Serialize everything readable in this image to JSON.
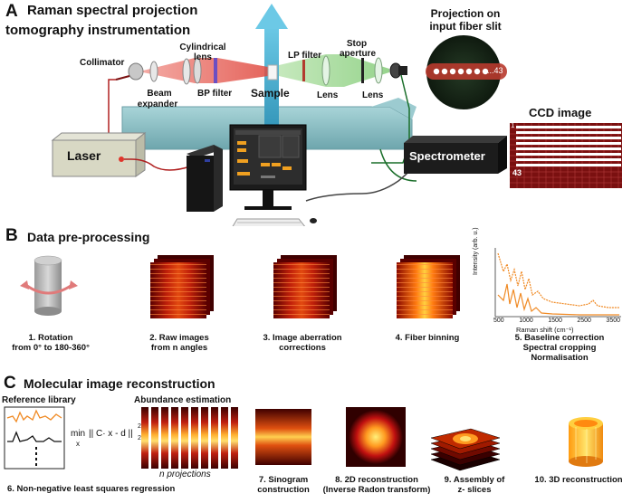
{
  "panel_a": {
    "letter": "A",
    "title_line1": "Raman spectral projection",
    "title_line2": "tomography  instrumentation",
    "labels": {
      "collimator": "Collimator",
      "beam_expander_1": "Beam",
      "beam_expander_2": "expander",
      "cylindrical_lens_1": "Cylindrical",
      "cylindrical_lens_2": "lens",
      "bp_filter": "BP filter",
      "sample": "Sample",
      "lp_filter": "LP filter",
      "stop_aperture_1": "Stop",
      "stop_aperture_2": "aperture",
      "lens_1": "Lens",
      "lens_2": "Lens",
      "laser": "Laser",
      "spectrometer": "Spectrometer",
      "projection_1": "Projection on",
      "projection_2": "input fiber slit",
      "fiber_index": "...43",
      "ccd_title": "CCD image",
      "ccd_index_1": "1",
      "ccd_index_43": "43"
    }
  },
  "panel_b": {
    "letter": "B",
    "title": "Data pre-processing",
    "steps": [
      {
        "line1": "1. Rotation",
        "line2": "from 0° to 180-360°"
      },
      {
        "line1": "2. Raw images",
        "line2": "from n angles"
      },
      {
        "line1": "3. Image aberration",
        "line2": "corrections"
      },
      {
        "line1": "4. Fiber binning",
        "line2": ""
      },
      {
        "line1": "5. Baseline  correction",
        "line2": "Spectral cropping",
        "line3": "Normalisation"
      }
    ],
    "mini_chart": {
      "ylabel": "Intensity (arb. u.)",
      "xlabel": "Raman shift (cm⁻¹)",
      "ticks": [
        "500",
        "1000",
        "1500",
        "2500",
        "3500"
      ]
    }
  },
  "panel_c": {
    "letter": "C",
    "title": "Molecular image reconstruction",
    "reference_library": "Reference library",
    "abundance_estimation": "Abundance estimation",
    "formula_min": "min",
    "formula_sub": "x",
    "formula_body": "|| C· x - d ||",
    "formula_sup": "2",
    "formula_sub2": "2",
    "n_projections": "n projections",
    "steps": [
      {
        "line1": "6. Non-negative least squares regression",
        "line2": ""
      },
      {
        "line1": "7. Sinogram",
        "line2": "construction"
      },
      {
        "line1": "8. 2D reconstruction",
        "line2": "(Inverse Radon transform)"
      },
      {
        "line1": "9. Assembly of",
        "line2": "z- slices"
      },
      {
        "line1": "10. 3D reconstruction",
        "line2": ""
      }
    ]
  },
  "colors": {
    "laser_red": "#e0352b",
    "beam_teal": "#3aa6c8",
    "rail": "#8fc3c9",
    "heat_dark": "#5a0000",
    "heat_bright": "#ffcc33",
    "orange": "#f08a24"
  }
}
